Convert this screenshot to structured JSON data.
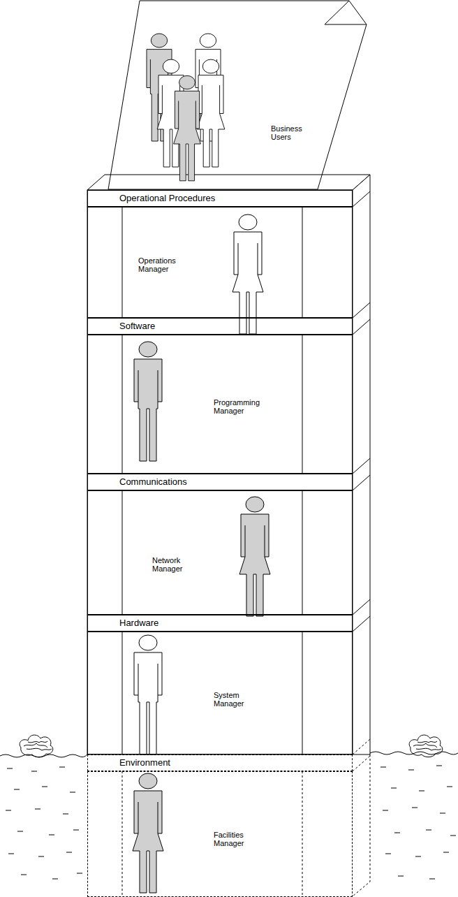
{
  "diagram": {
    "nodes": [
      {
        "text": [
          "Business Users"
        ]
      },
      {
        "text": [
          "Operational Procedures"
        ]
      },
      {
        "text": [
          "Operations Manager"
        ]
      },
      {
        "text": [
          "Software"
        ]
      },
      {
        "text": [
          "Programming Manager"
        ]
      },
      {
        "text": [
          "Communications"
        ]
      },
      {
        "text": [
          "Network Manager"
        ]
      },
      {
        "text": [
          "Hardware"
        ]
      },
      {
        "text": [
          "System Manager"
        ]
      },
      {
        "text": [
          "Environment"
        ]
      },
      {
        "text": [
          "Facilities Manager"
        ]
      }
    ]
  }
}
